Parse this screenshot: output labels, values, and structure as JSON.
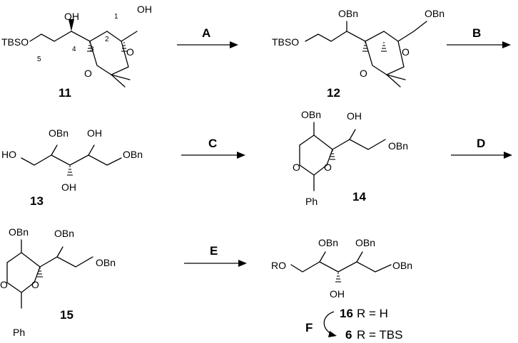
{
  "compounds": {
    "c11": {
      "number": "11",
      "groups": [
        "TBSO",
        "OH",
        "OH",
        "O",
        "O"
      ],
      "locants": [
        "1",
        "2",
        "3",
        "4",
        "5"
      ]
    },
    "c12": {
      "number": "12",
      "groups": [
        "TBSO",
        "OBn",
        "OBn",
        "O",
        "O"
      ]
    },
    "c13": {
      "number": "13",
      "groups": [
        "HO",
        "OBn",
        "OH",
        "OH",
        "OBn"
      ]
    },
    "c14": {
      "number": "14",
      "groups": [
        "OBn",
        "OH",
        "OBn",
        "O",
        "O",
        "Ph"
      ]
    },
    "c15": {
      "number": "15",
      "groups": [
        "OBn",
        "OBn",
        "OBn",
        "O",
        "O",
        "Ph"
      ]
    },
    "c16": {
      "groups": [
        "RO",
        "OBn",
        "OBn",
        "OBn",
        "OH"
      ]
    }
  },
  "steps": [
    "A",
    "B",
    "C",
    "D",
    "E",
    "F"
  ],
  "products": {
    "p16": "16",
    "p16_r": "R = H",
    "p6": "6",
    "p6_r": "R = TBS"
  }
}
